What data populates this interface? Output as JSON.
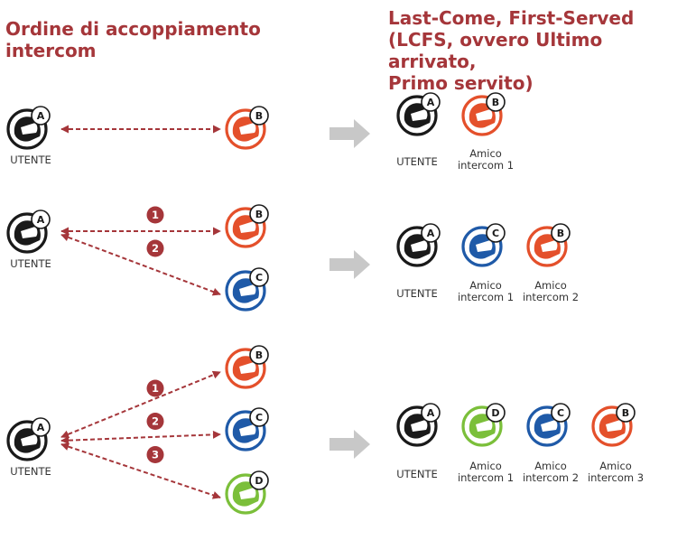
{
  "headings": {
    "left": "Ordine di accoppiamento\nintercom",
    "right": "Last-Come, First-Served\n(LCFS, ovvero Ultimo arrivato,\nPrimo servito)"
  },
  "user_label": "UTENTE",
  "colors": {
    "heading": "#a5363a",
    "arrow_dashed": "#a5363a",
    "step_badge": "#a5363a",
    "result_arrow": "#c8c8c8",
    "helmet_A": "#1a1a1a",
    "helmet_B": "#e4502b",
    "helmet_C": "#1f5aa8",
    "helmet_D": "#7bbf3a",
    "text": "#333333"
  },
  "scenarios": [
    {
      "pairing": [
        {
          "target": "B",
          "step": ""
        }
      ],
      "result": [
        {
          "letter": "A",
          "label": [
            "UTENTE"
          ]
        },
        {
          "letter": "B",
          "label": [
            "Amico",
            "intercom 1"
          ]
        }
      ]
    },
    {
      "pairing": [
        {
          "target": "B",
          "step": "1"
        },
        {
          "target": "C",
          "step": "2"
        }
      ],
      "result": [
        {
          "letter": "A",
          "label": [
            "UTENTE"
          ]
        },
        {
          "letter": "C",
          "label": [
            "Amico",
            "intercom 1"
          ]
        },
        {
          "letter": "B",
          "label": [
            "Amico",
            "intercom 2"
          ]
        }
      ]
    },
    {
      "pairing": [
        {
          "target": "B",
          "step": "1"
        },
        {
          "target": "C",
          "step": "2"
        },
        {
          "target": "D",
          "step": "3"
        }
      ],
      "result": [
        {
          "letter": "A",
          "label": [
            "UTENTE"
          ]
        },
        {
          "letter": "D",
          "label": [
            "Amico",
            "intercom 1"
          ]
        },
        {
          "letter": "C",
          "label": [
            "Amico",
            "intercom 2"
          ]
        },
        {
          "letter": "B",
          "label": [
            "Amico",
            "intercom 3"
          ]
        }
      ]
    }
  ]
}
